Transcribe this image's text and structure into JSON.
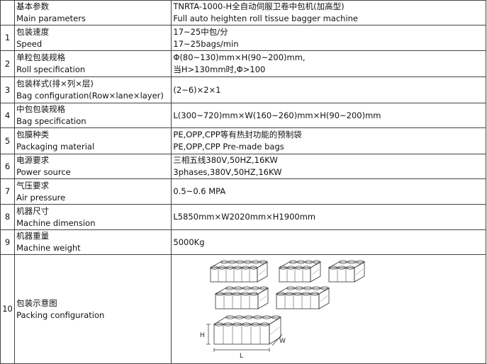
{
  "header": {
    "name_zh": "基本参数",
    "name_en": "Main parameters",
    "value_zh": "TNRTA-1000-H全自动伺服卫卷中包机(加高型)",
    "value_en": "Full auto heighten roll tissue bagger machine"
  },
  "rows": [
    {
      "num": "1",
      "name_zh": "包装速度",
      "name_en": "Speed",
      "value1": "17~25中包/分",
      "value2": "17~25bags/min"
    },
    {
      "num": "2",
      "name_zh": "单粒包装规格",
      "name_en": "Roll specification",
      "value1": "Φ(80~130)mm×H(90~200)mm,",
      "value2": "当H>130mm时,Φ>100"
    },
    {
      "num": "3",
      "name_zh": "包装样式(排×列×层)",
      "name_en": "Bag configuration(Row×lane×layer)",
      "value1": "(2~6)×2×1",
      "value2": ""
    },
    {
      "num": "4",
      "name_zh": "中包包装规格",
      "name_en": "Bag specification",
      "value1": "L(300~720)mm×W(160~260)mm×H(90~200)mm",
      "value2": ""
    },
    {
      "num": "5",
      "name_zh": "包膜种类",
      "name_en": "Packaging material",
      "value1": "PE,OPP,CPP等有热封功能的预制袋",
      "value2": "PE,OPP,CPP  Pre-made bags"
    },
    {
      "num": "6",
      "name_zh": "电源要求",
      "name_en": "Power source",
      "value1": "三相五线380V,50HZ,16KW",
      "value2": "3phases,380V,50HZ,16KW"
    },
    {
      "num": "7",
      "name_zh": "气压要求",
      "name_en": "Air pressure",
      "value1": "0.5~0.6 MPA",
      "value2": ""
    },
    {
      "num": "8",
      "name_zh": "机器尺寸",
      "name_en": "Machine dimension",
      "value1": "L5850mm×W2020mm×H1900mm",
      "value2": ""
    },
    {
      "num": "9",
      "name_zh": "机器重量",
      "name_en": "Machine weight",
      "value1": "5000Kg",
      "value2": ""
    }
  ],
  "packing": {
    "num": "10",
    "name_zh": "包装示意图",
    "name_en": "Packing configuration",
    "dim_h": "H",
    "dim_w": "W",
    "dim_l": "L"
  }
}
